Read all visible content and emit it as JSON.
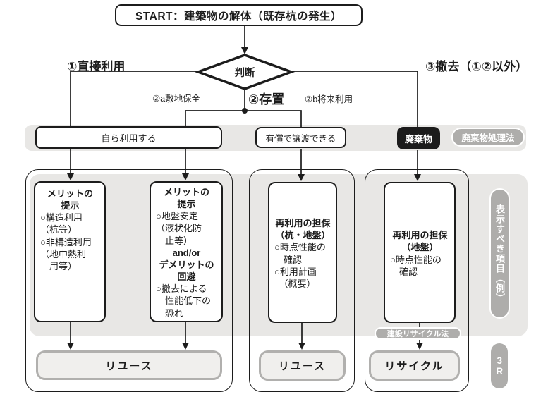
{
  "colors": {
    "line_black": "#1c1c1c",
    "band_gray": "#e8e7e5",
    "pill_gray": "#aeadab",
    "output_fill": "#f0efed",
    "output_border": "#b1b0ae"
  },
  "start": {
    "label": "START：建築物の解体（既存杭の発生）"
  },
  "decision": {
    "label": "判断"
  },
  "branch_labels": {
    "direct_use": "①直接利用",
    "preserve": "②存置",
    "site_preserve": "②a敷地保全",
    "future_use": "②b将来利用",
    "removal": "③撤去（①②以外）"
  },
  "condition_row": {
    "self_use": "自ら利用する",
    "paid_transfer": "有償で譲渡できる",
    "waste": "廃棄物",
    "waste_law_badge": "廃棄物処理法"
  },
  "item_boxes": {
    "box1": {
      "title": "メリットの\n提示",
      "body": "○構造利用\n（杭等）\n○非構造利用\n（地中熱利\n　用等）"
    },
    "box2": {
      "title": "メリットの\n提示",
      "body1": "○地盤安定\n（液状化防\n　止等）",
      "connector": "and/or",
      "title2": "デメリットの\n回避",
      "body2": "○撤去による\n　性能低下の\n　恐れ"
    },
    "box3": {
      "title": "再利用の担保\n（杭・地盤）",
      "body": "○時点性能の\n　確認\n○利用計画\n　（概要）"
    },
    "box4": {
      "title": "再利用の担保\n（地盤）",
      "body": "○時点性能の\n　確認"
    }
  },
  "outputs": {
    "reuse1": "リユース",
    "reuse2": "リユース",
    "recycle": "リサイクル"
  },
  "badges": {
    "recycle_law": "建設リサイクル法",
    "display_items": "表示すべき項目（例）",
    "three_r": "3R"
  }
}
